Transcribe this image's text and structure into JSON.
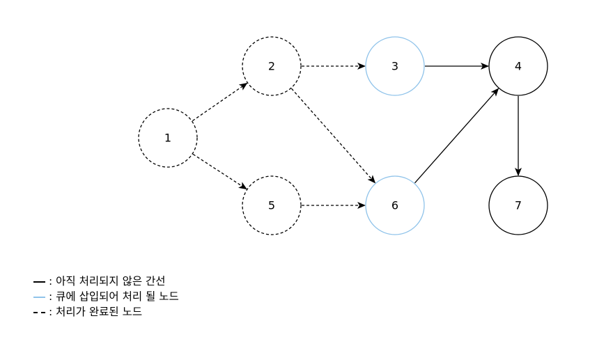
{
  "nodes": [
    {
      "id": "1",
      "label": "1",
      "style": "dashed"
    },
    {
      "id": "2",
      "label": "2",
      "style": "dashed"
    },
    {
      "id": "3",
      "label": "3",
      "style": "blue"
    },
    {
      "id": "4",
      "label": "4",
      "style": "solid"
    },
    {
      "id": "5",
      "label": "5",
      "style": "dashed"
    },
    {
      "id": "6",
      "label": "6",
      "style": "blue"
    },
    {
      "id": "7",
      "label": "7",
      "style": "solid"
    }
  ],
  "edges": [
    {
      "from": "1",
      "to": "2",
      "style": "dashed"
    },
    {
      "from": "1",
      "to": "5",
      "style": "dashed"
    },
    {
      "from": "2",
      "to": "3",
      "style": "dashed"
    },
    {
      "from": "2",
      "to": "6",
      "style": "dashed"
    },
    {
      "from": "5",
      "to": "6",
      "style": "dashed"
    },
    {
      "from": "3",
      "to": "4",
      "style": "solid"
    },
    {
      "from": "6",
      "to": "4",
      "style": "solid"
    },
    {
      "from": "4",
      "to": "7",
      "style": "solid"
    }
  ],
  "legend": {
    "solid": ": 아직 처리되지 않은 간선",
    "blue": ": 큐에 삽입되어 처리 될 노드",
    "dashed": ": 처리가 완료된 노드"
  },
  "colors": {
    "stroke": "#000000",
    "queued": "#8fc3ea",
    "background": "#ffffff"
  }
}
